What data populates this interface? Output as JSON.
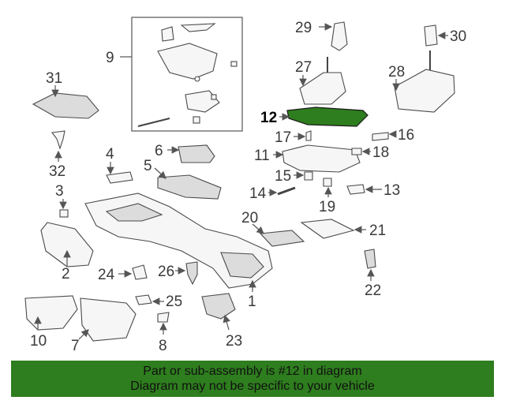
{
  "colors": {
    "highlight": "#2e7d1e",
    "banner_bg": "#2e7d1e",
    "line": "#555555"
  },
  "callouts": {
    "c1": "1",
    "c2": "2",
    "c3": "3",
    "c4": "4",
    "c5": "5",
    "c6": "6",
    "c7": "7",
    "c8": "8",
    "c9": "9",
    "c10": "10",
    "c11": "11",
    "c12": "12",
    "c13": "13",
    "c14": "14",
    "c15": "15",
    "c16": "16",
    "c17": "17",
    "c18": "18",
    "c19": "19",
    "c20": "20",
    "c21": "21",
    "c22": "22",
    "c23": "23",
    "c24": "24",
    "c25": "25",
    "c26": "26",
    "c27": "27",
    "c28": "28",
    "c29": "29",
    "c30": "30",
    "c31": "31",
    "c32": "32"
  },
  "highlighted_part": "12",
  "banner": {
    "line1": "Part or sub-assembly is #12 in diagram",
    "line2": "Diagram may not be specific to your vehicle"
  }
}
